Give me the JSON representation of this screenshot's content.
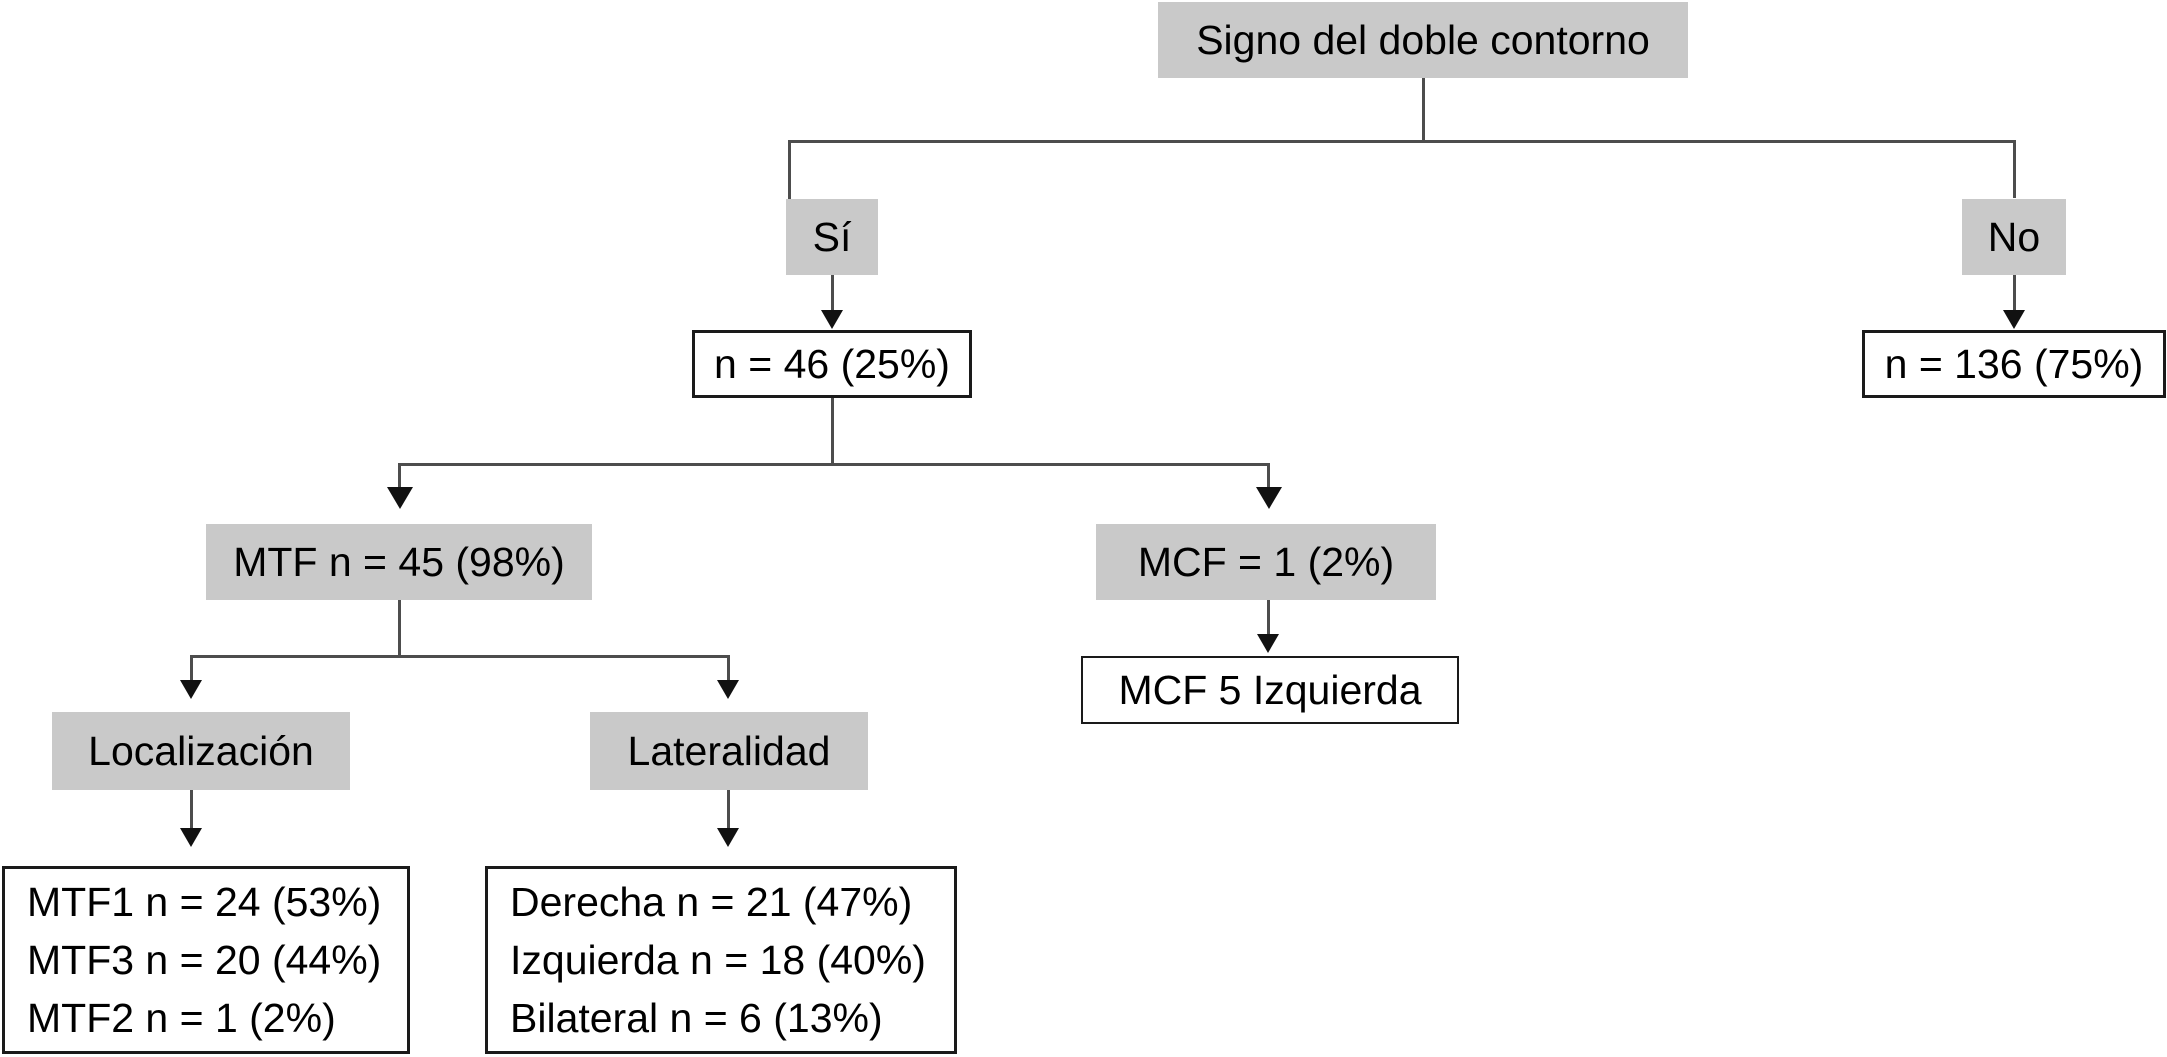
{
  "diagram": {
    "title": "Signo del doble contorno",
    "type": "flowchart",
    "nodes": {
      "root": {
        "label": "Signo del doble contorno",
        "style": "gray"
      },
      "yes": {
        "label": "Sí",
        "style": "gray"
      },
      "no": {
        "label": "No",
        "style": "gray"
      },
      "yes_count": {
        "label": "n = 46 (25%)",
        "style": "outlined"
      },
      "no_count": {
        "label": "n = 136 (75%)",
        "style": "outlined"
      },
      "mtf": {
        "label": "MTF n = 45 (98%)",
        "style": "gray"
      },
      "mcf": {
        "label": "MCF = 1 (2%)",
        "style": "gray"
      },
      "mcf_detail": {
        "label": "MCF 5 Izquierda",
        "style": "outlined"
      },
      "localizacion": {
        "label": "Localización",
        "style": "gray"
      },
      "lateralidad": {
        "label": "Lateralidad",
        "style": "gray"
      },
      "localizacion_detail": {
        "style": "outlined",
        "lines": [
          "MTF1 n = 24 (53%)",
          "MTF3 n = 20 (44%)",
          "MTF2 n = 1 (2%)"
        ],
        "label": "MTF1 n = 24 (53%)\nMTF3 n = 20 (44%)\nMTF2 n = 1 (2%)"
      },
      "lateralidad_detail": {
        "style": "outlined",
        "lines": [
          "Derecha n = 21 (47%)",
          "Izquierda n = 18 (40%)",
          "Bilateral n = 6 (13%)"
        ],
        "label": "Derecha n = 21 (47%)\nIzquierda n = 18 (40%)\nBilateral n = 6 (13%)"
      }
    },
    "colors": {
      "node_fill_gray": "#c9c9c9",
      "node_fill_white": "#ffffff",
      "node_border": "#1a1a1a",
      "connector": "#4d4d4d",
      "arrowhead": "#111111",
      "text": "#000000",
      "background": "#ffffff"
    }
  }
}
